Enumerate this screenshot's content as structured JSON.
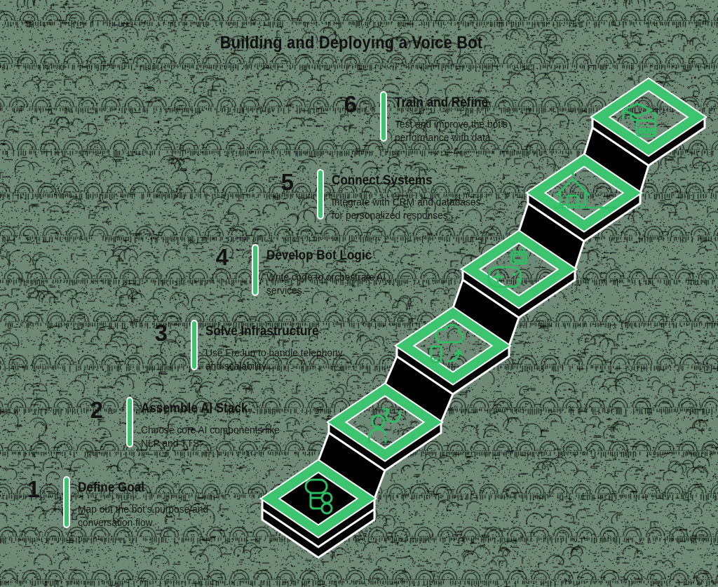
{
  "title": "Building and Deploying a Voice Bot",
  "colors": {
    "green": "#3dc46e",
    "icon_green": "#2ebd63",
    "black": "#000000",
    "white": "#ffffff",
    "background": "#6e8a76",
    "text": "#161616"
  },
  "steps": [
    {
      "number": "1",
      "title": "Define Goal",
      "desc_lines": [
        "Map out the bot’s purpose and",
        "conversation flow."
      ],
      "icon": "flowchart-icon"
    },
    {
      "number": "2",
      "title": "Assemble AI Stack",
      "desc_lines": [
        "Choose core AI components like",
        "NLP and TTS."
      ],
      "icon": "person-sync-icon"
    },
    {
      "number": "3",
      "title": "Solve Infrastructure",
      "desc_lines": [
        "Use FreJun to handle telephony",
        "and scalability."
      ],
      "icon": "cloud-sync-icon"
    },
    {
      "number": "4",
      "title": "Develop Bot Logic",
      "desc_lines": [
        "Write code to orchestrate AI",
        "services."
      ],
      "icon": "robot-gamepad-icon"
    },
    {
      "number": "5",
      "title": "Connect Systems",
      "desc_lines": [
        "Integrate with CRM and databases",
        "for personalized responses."
      ],
      "icon": "home-icon"
    },
    {
      "number": "6",
      "title": "Train and Refine",
      "desc_lines": [
        "Test and improve the bot’s",
        "performance with data."
      ],
      "icon": "graduation-robot-icon"
    }
  ]
}
